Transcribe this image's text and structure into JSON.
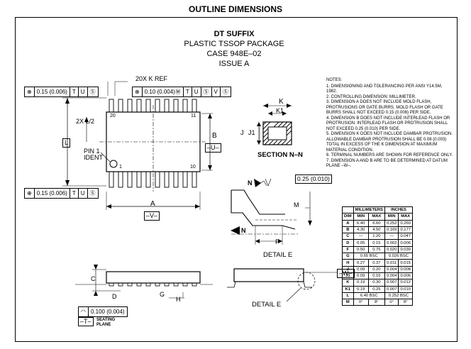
{
  "title": "OUTLINE DIMENSIONS",
  "header": {
    "suffix": "DT SUFFIX",
    "package": "PLASTIC TSSOP PACKAGE",
    "case": "CASE 948E–02",
    "issue": "ISSUE A"
  },
  "fcf": {
    "top_left": [
      "⊕",
      "0.15 (0.006)",
      "T",
      "U",
      "Ⓢ"
    ],
    "top_mid": [
      "⊕",
      "0.10 (0.004)Ⓜ",
      "T",
      "U",
      "Ⓢ",
      "V",
      "Ⓢ"
    ],
    "bottom_left": [
      "⊕",
      "0.15 (0.006)",
      "T",
      "U",
      "Ⓢ"
    ],
    "seating": [
      "◠",
      "0.100 (0.004)"
    ]
  },
  "labels": {
    "k_ref": "20X K REF",
    "l_half": "2X  L/2",
    "l": "L",
    "pin1": "PIN 1",
    "ident": "IDENT",
    "pin20": "20",
    "pin11": "11",
    "pin1num": "1",
    "pin10": "10",
    "b": "B",
    "datum_u": "–U–",
    "a": "A",
    "datum_v": "–V–",
    "k": "K",
    "k1": "K1",
    "j": "J",
    "j1": "J1",
    "section": "SECTION N–N",
    "n_top": "N",
    "n_bottom": "N",
    "m": "M",
    "f": "F",
    "detail_e": "DETAIL E",
    "detail_e_ref": "DETAIL E",
    "tol_box": "0.25 (0.010)",
    "c": "C",
    "d": "D",
    "g": "G",
    "h": "H",
    "datum_w": "–W–",
    "datum_t": "–T–",
    "seating1": "SEATING",
    "seating2": "PLANE"
  },
  "notes": {
    "heading": "NOTES:",
    "items": [
      "1. DIMENSIONING AND TOLERANCING PER ANSI Y14.5M, 1982.",
      "2. CONTROLLING DIMENSION: MILLIMETER.",
      "3. DIMENSION A DOES NOT INCLUDE MOLD FLASH, PROTRUSIONS OR GATE BURRS. MOLD FLASH OR GATE BURRS SHALL NOT EXCEED 0.15 (0.006) PER SIDE.",
      "4. DIMENSION B DOES NOT INCLUDE INTERLEAD FLASH OR PROTRUSION. INTERLEAD FLASH OR PROTRUSION SHALL NOT EXCEED 0.25 (0.010) PER SIDE.",
      "5. DIMENSION K DOES NOT INCLUDE DAMBAR PROTRUSION. ALLOWABLE DAMBAR PROTRUSION SHALL BE 0.08 (0.003) TOTAL IN EXCESS OF THE K DIMENSION AT MAXIMUM MATERIAL CONDITION.",
      "6. TERMINAL NUMBERS ARE SHOWN FOR REFERENCE ONLY.",
      "7. DIMENSION A AND B ARE TO BE DETERMINED AT DATUM PLANE –W–."
    ]
  },
  "table": {
    "group_mm": "MILLIMETERS",
    "group_in": "INCHES",
    "cols": [
      "DIM",
      "MIN",
      "MAX",
      "MIN",
      "MAX"
    ],
    "rows": [
      [
        "A",
        "6.40",
        "6.60",
        "0.252",
        "0.260"
      ],
      [
        "B",
        "4.30",
        "4.50",
        "0.169",
        "0.177"
      ],
      [
        "C",
        "---",
        "1.20",
        "---",
        "0.047"
      ],
      [
        "D",
        "0.05",
        "0.15",
        "0.002",
        "0.006"
      ],
      [
        "F",
        "0.50",
        "0.75",
        "0.020",
        "0.030"
      ],
      [
        "G",
        "0.65 BSC",
        "",
        "0.026 BSC",
        ""
      ],
      [
        "H",
        "0.27",
        "0.37",
        "0.011",
        "0.015"
      ],
      [
        "J",
        "0.09",
        "0.20",
        "0.004",
        "0.008"
      ],
      [
        "J1",
        "0.09",
        "0.16",
        "0.004",
        "0.006"
      ],
      [
        "K",
        "0.19",
        "0.30",
        "0.007",
        "0.012"
      ],
      [
        "K1",
        "0.19",
        "0.25",
        "0.007",
        "0.010"
      ],
      [
        "L",
        "6.40 BSC",
        "",
        "0.252 BSC",
        ""
      ],
      [
        "M",
        "0°",
        "8°",
        "0°",
        "8°"
      ]
    ]
  }
}
